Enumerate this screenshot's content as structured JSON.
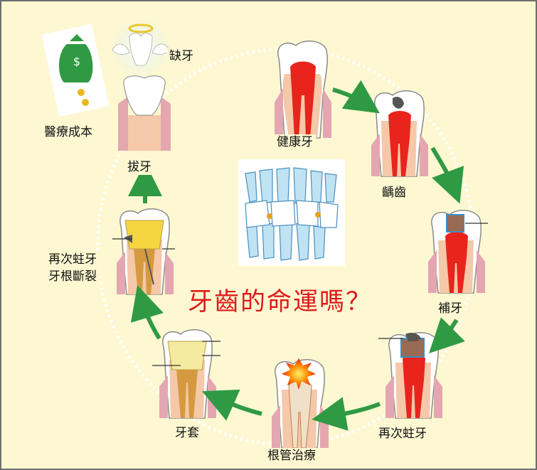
{
  "title": "牙齒的命運嗎？",
  "stages": {
    "healthy": "健康牙",
    "caries": "齲齒",
    "filling": "補牙",
    "recurrent_caries": "再次蛀牙",
    "root_canal": "根管治療",
    "crown": "牙套",
    "recurrent_caries_fracture_line1": "再次蛀牙",
    "recurrent_caries_fracture_line2": "牙根斷裂",
    "extraction": "拔牙",
    "missing": "缺牙",
    "medical_cost": "醫療成本"
  },
  "colors": {
    "background": "#fdf8d2",
    "arrow": "#2f9a43",
    "title": "#e01b1b",
    "pulp": "#e8241c",
    "gum": "#e4a6b0"
  }
}
